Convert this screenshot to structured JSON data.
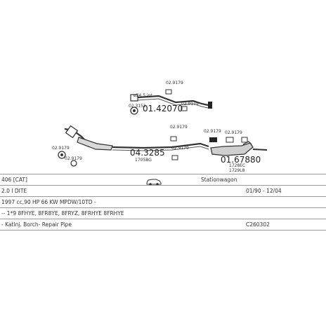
{
  "diagram": {
    "parts": {
      "rear_pipe": "01.42070",
      "front_pipe": "04.3285",
      "rear_silencer": "01.67880"
    },
    "labels": {
      "diam": "ø54.5 int",
      "clamp_a": "02.9179",
      "clamp_b": "02.3151",
      "clamp_c": "02.9179",
      "clamp_d": "02.9179",
      "clamp_e": "02.9179",
      "clamp_f": "02.9179",
      "bracket_a": "02.9179",
      "bracket_b": "02.9179",
      "bracket_c": "02.9179",
      "front_code": "1705BG",
      "rear_code_1": "1728EC",
      "rear_code_2": "1729L8"
    }
  },
  "info": {
    "model": "406 [CAT]",
    "body_type": "Stationwagon",
    "engine": "2.0 I DITE",
    "date_range": "01/90 - 12/04",
    "spec": "1997 cc,90 HP 66 KW MPDW/10TD -",
    "engine_codes": "-- 1*9 8FHYE, 8FR8YE, 8FRYZ, 8FRHYE 8FRHYE",
    "catalyst_note": "- Katlnj. Borch- Repair Pipe",
    "ref_code": "C260302"
  }
}
